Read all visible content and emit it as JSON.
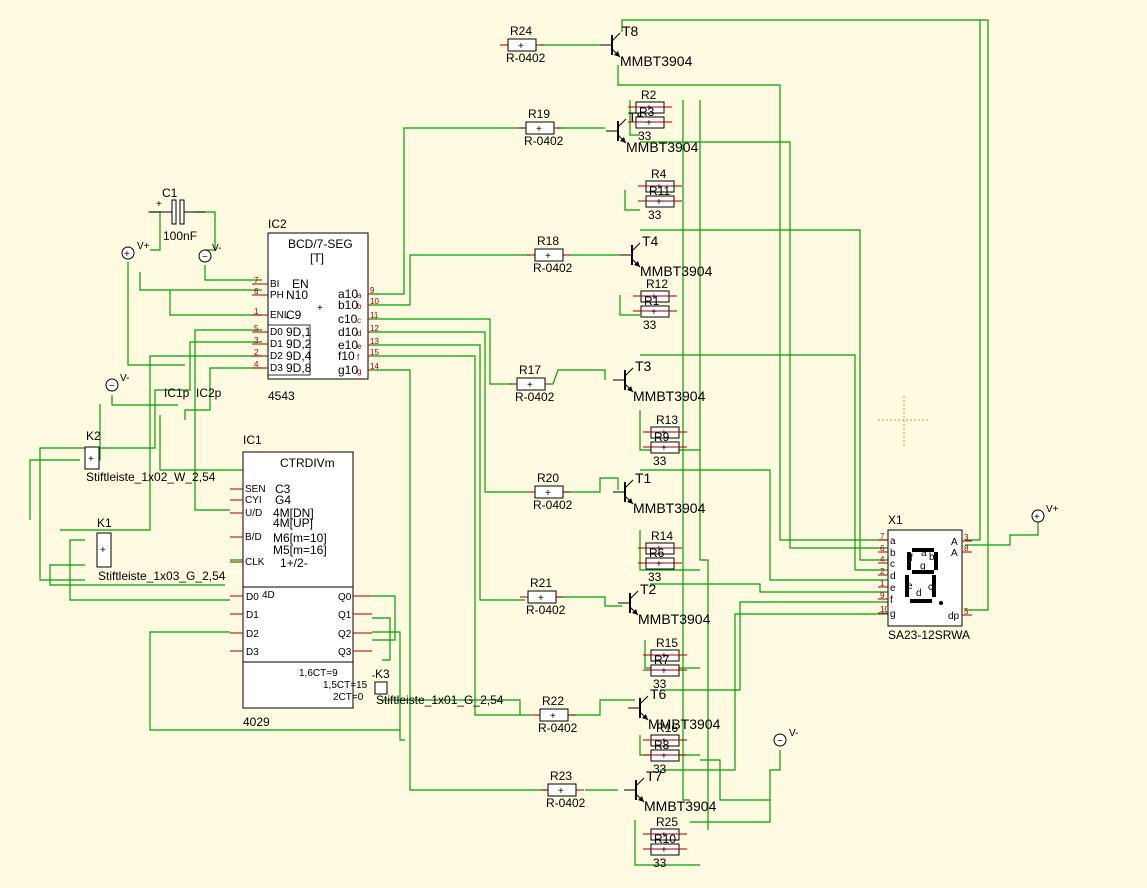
{
  "colors": {
    "background": "#fffae0",
    "wire": "#00a000",
    "body": "#000000",
    "pin": "#c00000"
  },
  "resistors": [
    {
      "id": "r24",
      "name": "R24",
      "value": "R-0402"
    },
    {
      "id": "r19",
      "name": "R19",
      "value": "R-0402"
    },
    {
      "id": "r18",
      "name": "R18",
      "value": "R-0402"
    },
    {
      "id": "r17",
      "name": "R17",
      "value": "R-0402"
    },
    {
      "id": "r20",
      "name": "R20",
      "value": "R-0402"
    },
    {
      "id": "r21",
      "name": "R21",
      "value": "R-0402"
    },
    {
      "id": "r22",
      "name": "R22",
      "value": "R-0402"
    },
    {
      "id": "r23",
      "name": "R23",
      "value": "R-0402"
    }
  ],
  "transistors": [
    {
      "id": "t8",
      "name": "T8",
      "part": "MMBT3904"
    },
    {
      "id": "t5",
      "name": "T5",
      "part": "MMBT3904"
    },
    {
      "id": "t4",
      "name": "T4",
      "part": "MMBT3904"
    },
    {
      "id": "t3",
      "name": "T3",
      "part": "MMBT3904"
    },
    {
      "id": "t1",
      "name": "T1",
      "part": "MMBT3904"
    },
    {
      "id": "t2",
      "name": "T2",
      "part": "MMBT3904"
    },
    {
      "id": "t6",
      "name": "T6",
      "part": "MMBT3904"
    },
    {
      "id": "t7",
      "name": "T7",
      "part": "MMBT3904"
    }
  ],
  "pullups": [
    {
      "a": "R2",
      "b": "R3",
      "v": "33"
    },
    {
      "a": "R4",
      "b": "R11",
      "v": "33"
    },
    {
      "a": "R12",
      "b": "R1",
      "v": "33"
    },
    {
      "a": "R13",
      "b": "R9",
      "v": "33"
    },
    {
      "a": "R14",
      "b": "R6",
      "v": "33"
    },
    {
      "a": "R15",
      "b": "R7",
      "v": "33"
    },
    {
      "a": "R16",
      "b": "R8",
      "v": "33"
    },
    {
      "a": "R25",
      "b": "R10",
      "v": "33"
    }
  ],
  "ic2": {
    "ref": "IC2",
    "part": "4543",
    "title": "BCD/7-SEG",
    "tag": "[T]",
    "left_pins": [
      "BI",
      "PH",
      "ENL",
      "D0",
      "D1",
      "D2",
      "D3"
    ],
    "left_nums": [
      "7",
      "6",
      "1",
      "5",
      "3",
      "2",
      "4"
    ],
    "inner_left": [
      "EN",
      "N10",
      "C9",
      "9D,1",
      "9D,2",
      "9D,4",
      "9D,8"
    ],
    "right_pins": [
      "a10",
      "b10",
      "c10",
      "d10",
      "e10",
      "f10",
      "g10"
    ],
    "right_sub": [
      "a",
      "b",
      "c",
      "d",
      "e",
      "f",
      "g"
    ],
    "right_nums": [
      "9",
      "10",
      "11",
      "12",
      "13",
      "15",
      "14"
    ]
  },
  "ic1": {
    "ref": "IC1",
    "part": "4029",
    "title": "CTRDIVm",
    "ctrl_pins": [
      "SEN",
      "CYI",
      "U/D",
      "B/D",
      "CLK"
    ],
    "ctrl_inner": [
      "C3",
      "G4",
      "4M[DN]",
      "4M[UP]",
      "M6[m=10]",
      "M5[m=16]",
      "1+/2-"
    ],
    "data_pins": [
      "D0",
      "D1",
      "D2",
      "D3"
    ],
    "data_inner": "4D",
    "out_pins": [
      "Q0",
      "Q1",
      "Q2",
      "Q3"
    ],
    "carry": [
      "1,6CT=9",
      "1,5CT=15",
      "2CT=0"
    ]
  },
  "c1": {
    "ref": "C1",
    "value": "100nF"
  },
  "ic_supply": [
    "IC1p",
    "IC2p"
  ],
  "supply": {
    "vplus": "V+",
    "vminus": "V-"
  },
  "k1": {
    "ref": "K1",
    "part": "Stiftleiste_1x03_G_2,54"
  },
  "k2": {
    "ref": "K2",
    "part": "Stiftleiste_1x02_W_2,54"
  },
  "k3": {
    "ref": "K3",
    "part": "Stiftleiste_1x01_G_2,54"
  },
  "x1": {
    "ref": "X1",
    "part": "SA23-12SRWA",
    "left_pins": [
      "a",
      "b",
      "c",
      "d",
      "e",
      "f",
      "g"
    ],
    "left_nums": [
      "7",
      "6",
      "4",
      "2",
      "1",
      "9",
      "10"
    ],
    "right_pins": [
      "A",
      "A",
      "dp"
    ],
    "right_nums": [
      "3",
      "8",
      "5"
    ],
    "segs": [
      "f",
      "a",
      "b",
      "g",
      "e",
      "d",
      "c"
    ]
  }
}
